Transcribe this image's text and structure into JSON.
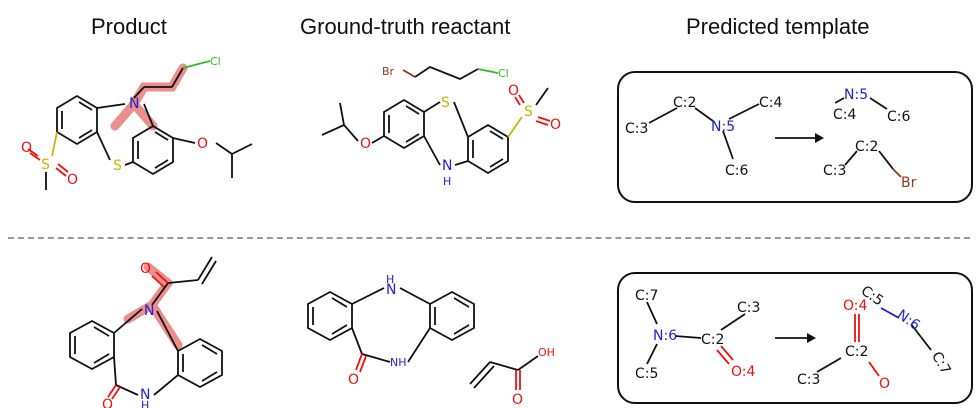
{
  "headers": {
    "product": "Product",
    "reactant": "Ground-truth reactant",
    "template": "Predicted template"
  },
  "colors": {
    "carbon": "#111111",
    "nitrogen": "#2222cc",
    "oxygen": "#ee1111",
    "sulfur": "#c8b400",
    "chlorine": "#33bb22",
    "bromine": "#8b3a1a",
    "highlight": "#e87b7b"
  },
  "row1": {
    "product_atoms": {
      "cl": "Cl",
      "n": "N",
      "s": "S",
      "o_ether": "O",
      "so2_s": "S",
      "so2_o1": "O",
      "so2_o2": "O"
    },
    "reactant_atoms": {
      "br": "Br",
      "cl": "Cl",
      "s": "S",
      "o_ether": "O",
      "nh": "N",
      "nh_h": "H",
      "so2_s": "S",
      "so2_o1": "O",
      "so2_o2": "O"
    },
    "template_lhs": {
      "c3": "C:3",
      "c2": "C:2",
      "n5": "N:5",
      "c4": "C:4",
      "c6": "C:6"
    },
    "template_rhs": {
      "c4": "C:4",
      "n5": "N:5",
      "c6": "C:6",
      "c3": "C:3",
      "c2": "C:2",
      "br": "Br"
    }
  },
  "row2": {
    "product_atoms": {
      "o_acyl": "O",
      "n": "N",
      "o_lactam": "O",
      "nh": "N",
      "nh_h": "H"
    },
    "reactant_atoms": {
      "nh_top": "H",
      "nh_top_n": "N",
      "nh_bot": "NH",
      "o_lactam": "O",
      "acid_o": "O",
      "acid_oh": "OH"
    },
    "template_lhs": {
      "c7": "C:7",
      "n6": "N:6",
      "c2": "C:2",
      "c3": "C:3",
      "c5": "C:5",
      "o4": "O:4"
    },
    "template_rhs": {
      "o4": "O:4",
      "c2": "C:2",
      "c3": "C:3",
      "o": "O",
      "c5": "C:5",
      "n6": "N:6",
      "c7": "C:7"
    }
  }
}
